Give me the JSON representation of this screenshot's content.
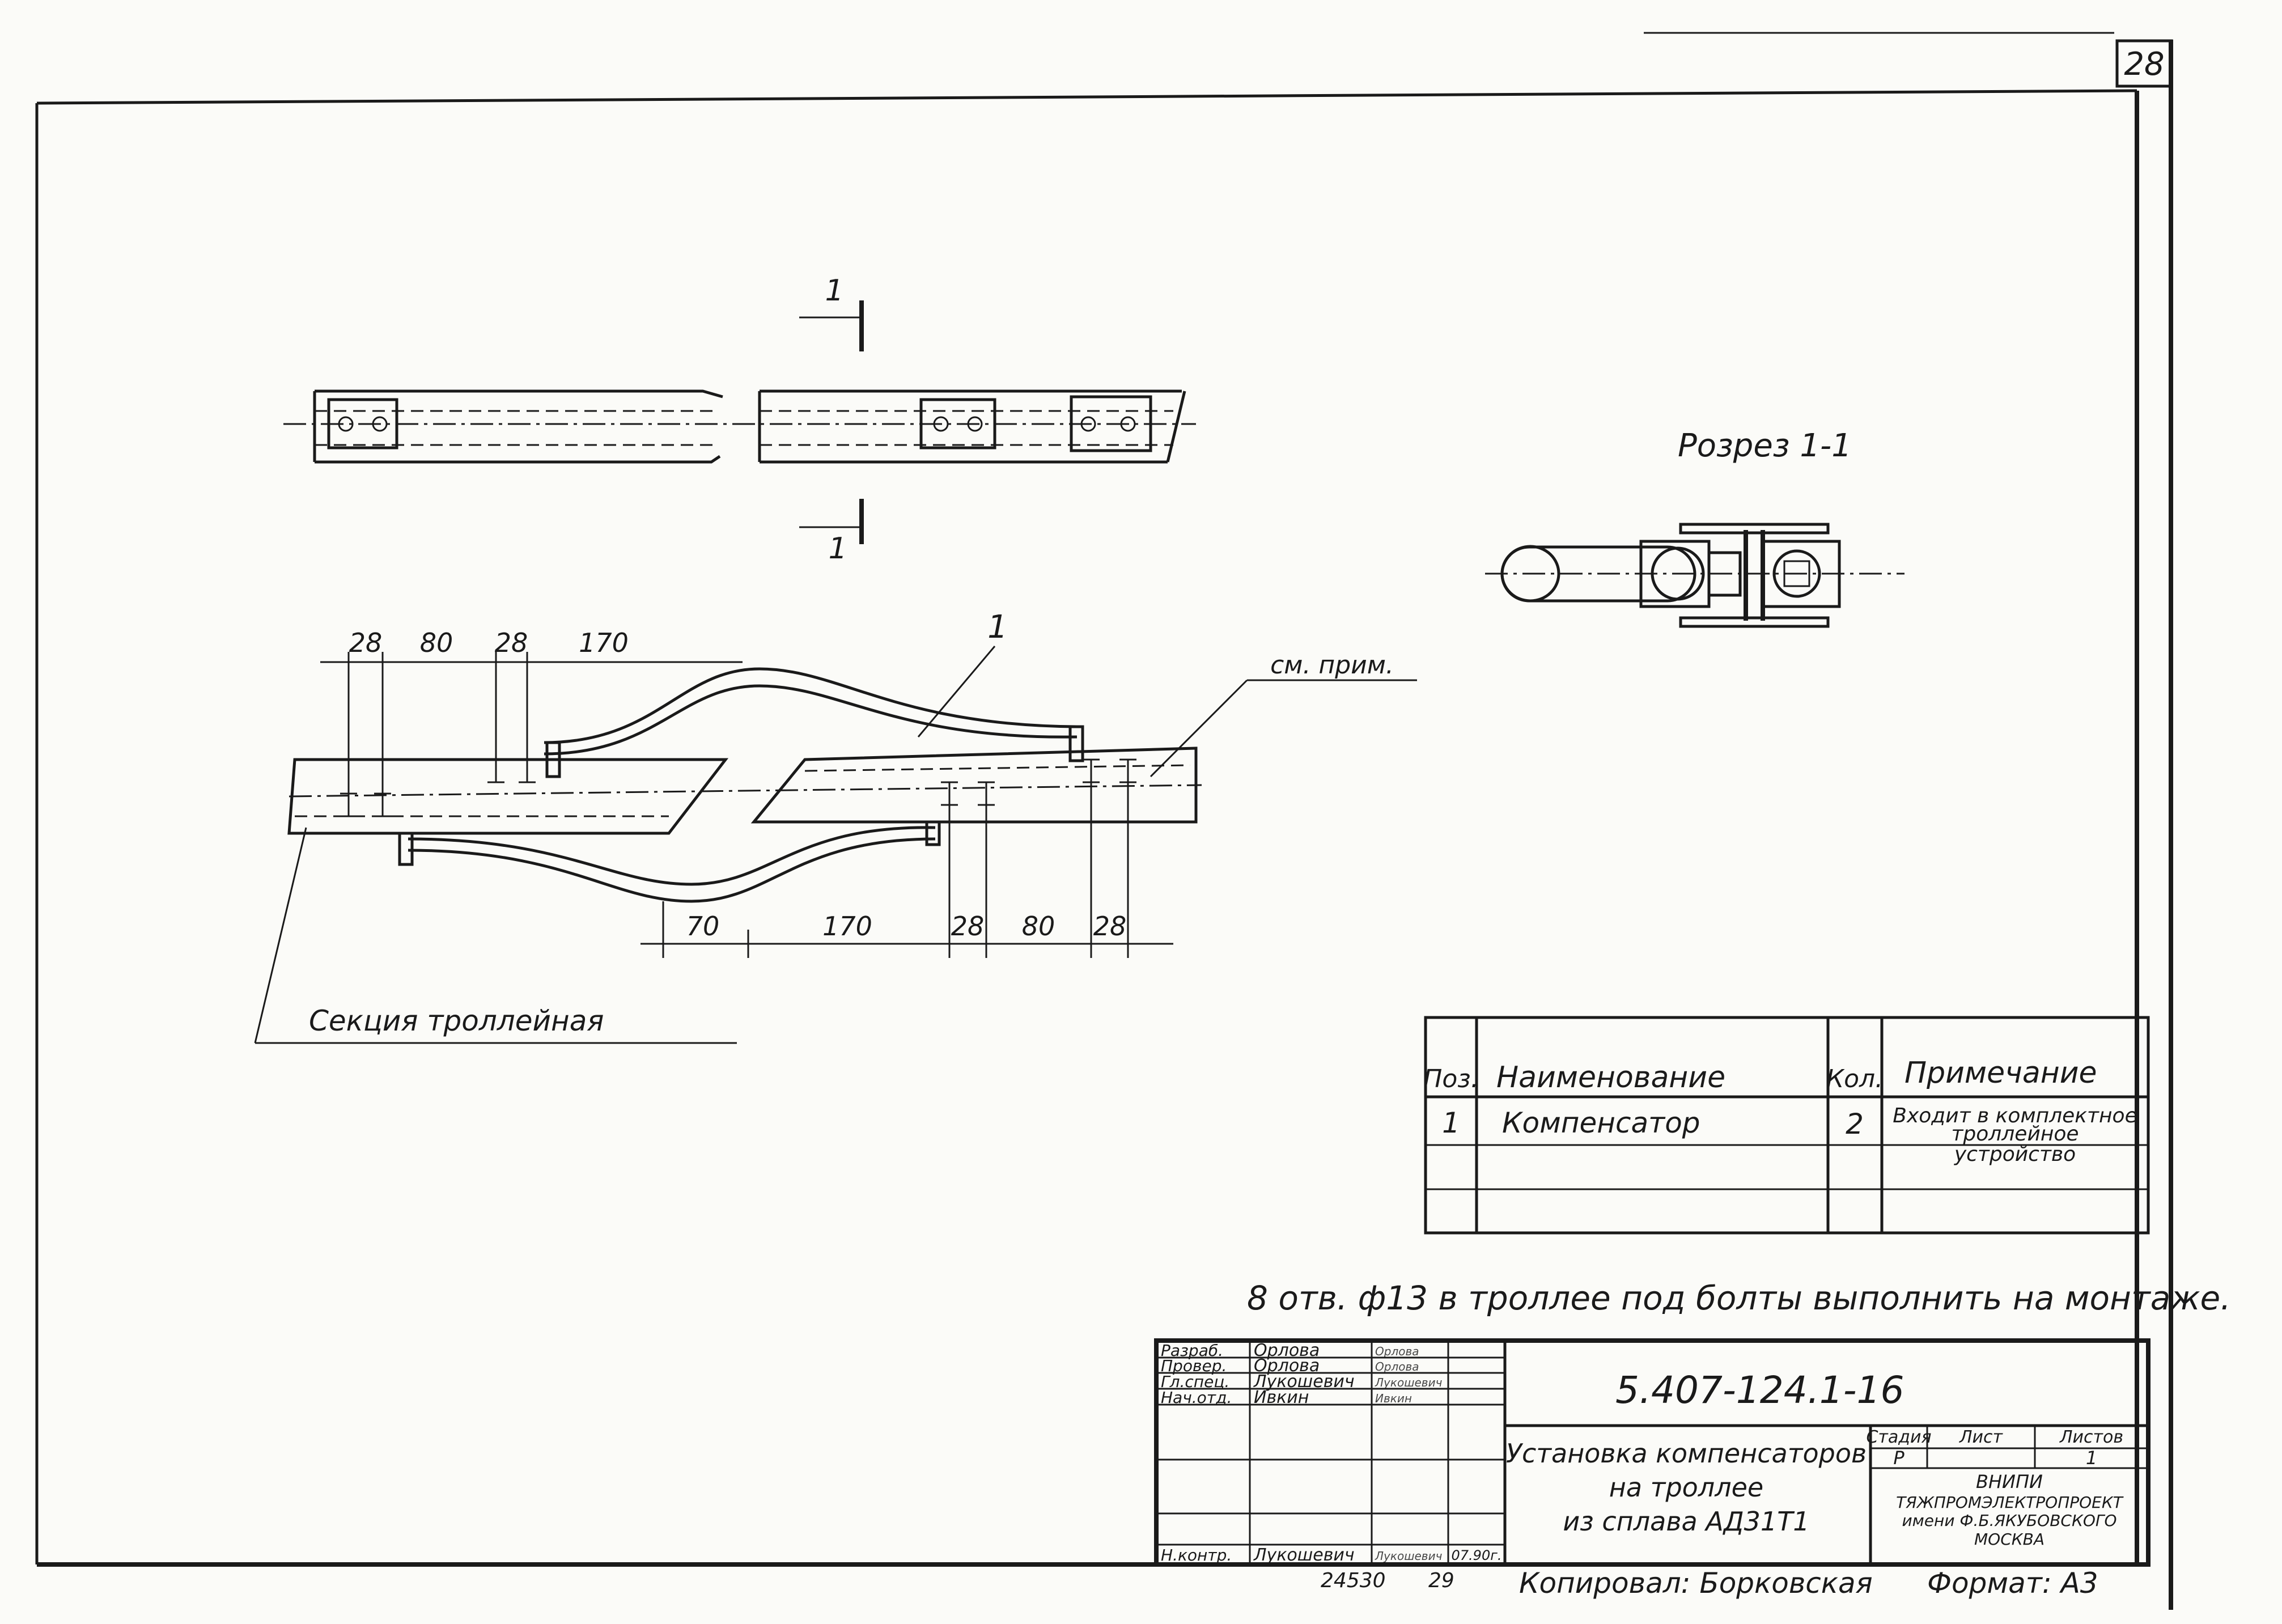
{
  "sheet_number": "28",
  "view_labels": {
    "section_title": "Розрез 1-1",
    "section_mark": "1",
    "note_ref": "см. прим.",
    "part_callout": "1",
    "trolley_section": "Секция троллейная"
  },
  "dimensions": {
    "top": [
      "28",
      "80",
      "28",
      "170"
    ],
    "bottom": [
      "70",
      "170",
      "28",
      "80",
      "28"
    ]
  },
  "spec_table": {
    "headers": {
      "pos": "Поз.",
      "name": "Наименование",
      "qty": "Кол.",
      "note": "Примечание"
    },
    "rows": [
      {
        "pos": "1",
        "name": "Компенсатор",
        "qty": "2",
        "note_lines": [
          "Входит в комплектное",
          "троллейное",
          "устройство"
        ]
      }
    ]
  },
  "note": "8 отв. ф13 в троллее под болты выполнить на монтаже.",
  "title_block": {
    "roles": [
      "Разраб.",
      "Провер.",
      "Гл.спец.",
      "Нач.отд.",
      "",
      "",
      "Н.контр."
    ],
    "names": [
      "Орлова",
      "Орлова",
      "Лукошевич",
      "Ивкин",
      "",
      "",
      "Лукошевич"
    ],
    "signatures": [
      "Орлова",
      "Орлова",
      "Лукошевич",
      "Ивкин",
      "",
      "",
      "Лукошевич"
    ],
    "date": "07.90г.",
    "doc_code": "5.407-124.1-16",
    "title_lines": [
      "Установка компенсаторов",
      "на троллее",
      "из сплава АД31Т1"
    ],
    "stage_label": "Стадия",
    "sheet_label": "Лист",
    "sheets_label": "Листов",
    "stage": "Р",
    "sheet": "",
    "sheets": "1",
    "org_lines": [
      "ВНИПИ",
      "ТЯЖПРОМЭЛЕКТРОПРОЕКТ",
      "имени Ф.Б.ЯКУБОВСКОГО",
      "МОСКВА"
    ]
  },
  "footer": {
    "inventory_no": "24530",
    "page": "29",
    "copied_by": "Копировал: Борковская",
    "format": "Формат: А3"
  }
}
